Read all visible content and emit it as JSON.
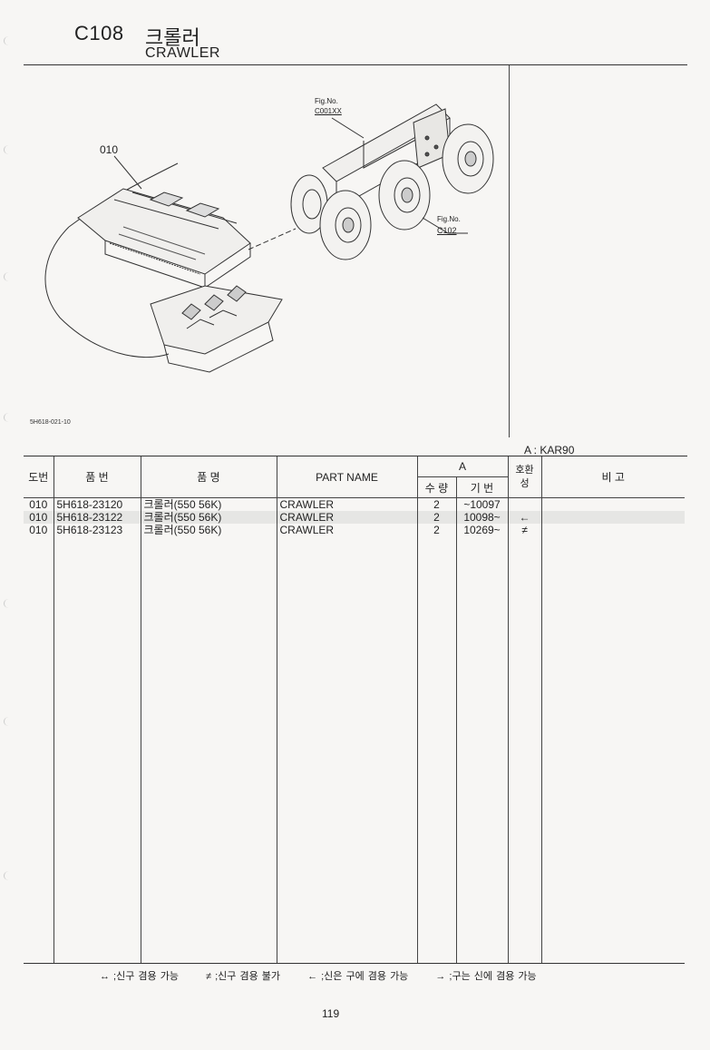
{
  "header": {
    "code": "C108",
    "title_ko": "크롤러",
    "title_en": "CRAWLER"
  },
  "figure": {
    "callout_item": "010",
    "ref1_label": "Fig.No.",
    "ref1_value": "C001XX",
    "ref2_label": "Fig.No.",
    "ref2_value": "C102",
    "drawing_code": "5H618-021-10"
  },
  "model_note": "A : KAR90",
  "table": {
    "headers": {
      "ref_no": "도번",
      "part_no": "품 번",
      "part_name_ko": "품 명",
      "part_name_en": "PART NAME",
      "group_a": "A",
      "qty": "수 량",
      "serial": "기 번",
      "interchange": "호환성",
      "remarks": "비 고"
    },
    "rows": [
      {
        "ref": "010",
        "part_no": "5H618-23120",
        "name_ko": "크롤러(550 56K)",
        "name_en": "CRAWLER",
        "qty": "2",
        "serial": "~10097",
        "compat": "",
        "remarks": ""
      },
      {
        "ref": "010",
        "part_no": "5H618-23122",
        "name_ko": "크롤러(550 56K)",
        "name_en": "CRAWLER",
        "qty": "2",
        "serial": "10098~",
        "compat": "←",
        "remarks": ""
      },
      {
        "ref": "010",
        "part_no": "5H618-23123",
        "name_ko": "크롤러(550 56K)",
        "name_en": "CRAWLER",
        "qty": "2",
        "serial": "10269~",
        "compat": "≠",
        "remarks": ""
      }
    ]
  },
  "legend": [
    "↔ ;신구 겸용 가능",
    "≠ ;신구 겸용 불가",
    "← ;신은 구에 겸용 가능",
    "→ ;구는 신에 겸용 가능"
  ],
  "page_number": "119"
}
